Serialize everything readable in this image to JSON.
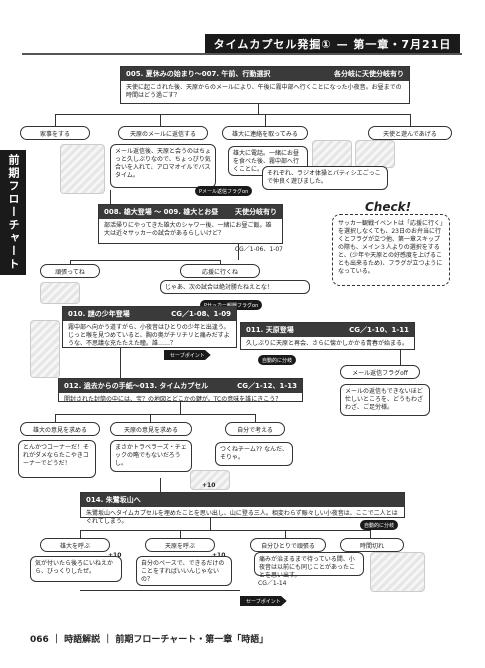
{
  "header": {
    "title": "タイムカプセル発掘① — 第一章・7月21日"
  },
  "sidetab": {
    "label": "前期フローチャート"
  },
  "scene1": {
    "title": "005. 夏休みの始まり～007. 午前、行動選択",
    "note": "各分岐に天使分岐有り",
    "body": "天使に起こされた後、天原からのメールにより、午後に霧中部へ行くことになった小夜音。お昼までの時間はどう過ごす？"
  },
  "choices1": [
    "家事をする",
    "天原のメールに返信する",
    "雄大に連絡を取ってみる",
    "天使と遊んであげる"
  ],
  "text1a": "メール返信後、天原と会うのはちょっと久しぶりなので、ちょっぴり気合いを入れて、アロマオイルでバスタイム。",
  "text1b": "雄大に電話。一緒にお昼を食べた後、霧中部へ行くことに。",
  "text1c": "それぞれ、ラジオ体操とパティシエごっこで仲良く遊びました。",
  "flag1": "Pメール返信フラグon",
  "scene2": {
    "title": "008. 雄大登場 ～ 009. 雄大とお昼",
    "note": "天使分岐有り",
    "body": "部活帰りにやってきた雄大のシャワー後、一緒にお昼ご飯。雄大は近々サッカーの試合があるらしいけど？",
    "cg": "CG／1-06、1-07"
  },
  "check": {
    "title": "Check!",
    "body": "サッカー観戦イベントは「応援に行く」を選択しなくても、23日のお弁当に行くとフラグが立つ他、第一章スキップの際も、メイン３人よりの選択をすると、(少年や天原との好感度を上げることも出来るため)、フラグが立つようになっている。"
  },
  "choices2": [
    "頑張ってね",
    "応援に行くね"
  ],
  "text2": "じゃあ、次の試合は絶対勝たねえとな！",
  "flag2": "Pサッカー観戦フラグon",
  "scene3": {
    "title": "010. 謎の少年登場",
    "cg": "CG／1-08、1-09",
    "body": "霧中部へ向かう道すがら、小夜音はひとりの少年と出逢う。じっと喉を見つめていると、胸の奥がチリチリと痛みだすような、不思議な充たたえた瞳。誰……？"
  },
  "scene4": {
    "title": "011. 天原登場",
    "cg": "CG／1-10、1-11",
    "body": "久しぶりに天原と再会、さらに懐かしかかる青春が始まる。"
  },
  "autotag": "自動的に分岐",
  "save": "セーブポイント",
  "flagoff": "メール返信フラグoff",
  "text4": "メールの返信もできないほど忙しいところを、どうもわざわざ、ご足労様。",
  "scene5": {
    "title": "012. 過去からの手紙～013. タイムカプセル",
    "cg": "CG／1-12、1-13",
    "body": "開封された封筒の中には、宝？の地図とどこかの鍵が。TCの意味を誰にきこう？"
  },
  "choices3": [
    "雄大の意見を求める",
    "天原の意見を求める",
    "自分で考える"
  ],
  "text3a": "とんかつコーナーだ！それがダメならたこやきコーナーでどうだ！",
  "text3b": "まさかトラベラーズ・チェックの略でもないだろうし。",
  "text3c": "つくねチーム?? なんだ、そりゃ。",
  "scene6": {
    "title": "014. 朱鷺坂山へ",
    "body": "朱鷺坂山へタイムカプセルを埋めたことを思い出し、山に登る三人。相変わらず賑々しい小夜音は、ここで二人とはぐれてしまう。"
  },
  "choices4": [
    "雄大を呼ぶ",
    "天原を呼ぶ",
    "自分ひとりで頑張る",
    "時間切れ"
  ],
  "text5a": "気が付いたら後ろにいねえから、びっくりしたぜ。",
  "text5b": "自分のペースで、できるだけのことをすればいいんじゃないの？",
  "text5c": "痛みが治まるまで待っている間、小夜音は以前にも同じことがあったことを思い出す。",
  "cg6": "CG／1-14",
  "plus": "+10",
  "footer": {
    "page": "066",
    "section": "時語解説",
    "title": "前期フローチャート・第一章「時語」"
  }
}
